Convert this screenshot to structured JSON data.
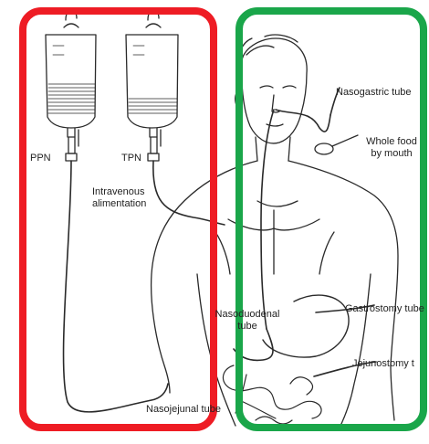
{
  "labels": {
    "ppn": "PPN",
    "tpn": "TPN",
    "intravenous": "Intravenous\nalimentation",
    "nasogastric": "Nasogastric tube",
    "whole_food": "Whole food\nby mouth",
    "nasoduodenal": "Nasoduodenal\ntube",
    "gastrostomy": "Gastrostomy tube",
    "jejunostomy": "Jejunostomy t",
    "nasojejunal": "Nasojejunal tube"
  },
  "colors": {
    "parenteral_box": "#ee1c24",
    "enteral_box": "#1aa64a",
    "ink": "#2a2a2a"
  }
}
